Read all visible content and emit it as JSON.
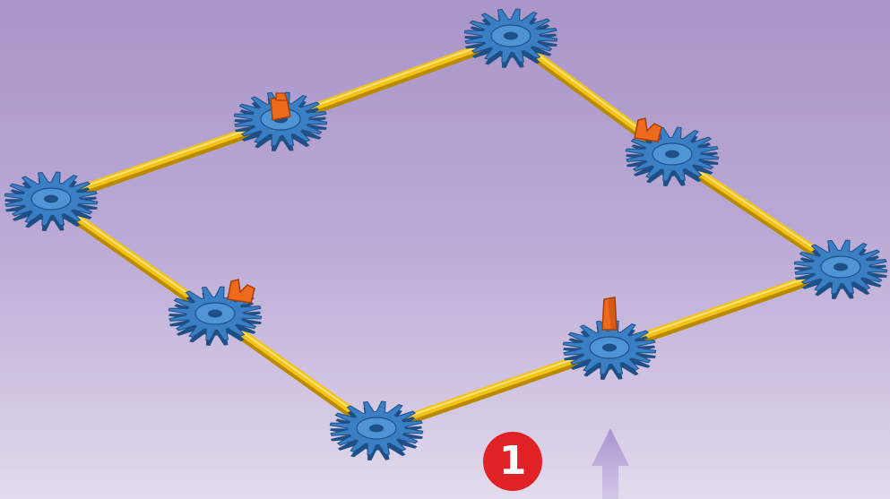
{
  "instructions": {
    "step_number": "1",
    "arrow_hint": "up-arrow-icon"
  },
  "model": {
    "hub_color": "#3a7fc4",
    "hub_dark": "#1f4f87",
    "rod_color": "#f3c316",
    "rod_dark": "#b98a00",
    "clip_color": "#ee6a1c",
    "clip_dark": "#a63e06",
    "hub_count": 8,
    "rod_count": 8,
    "clip_count": 4
  }
}
